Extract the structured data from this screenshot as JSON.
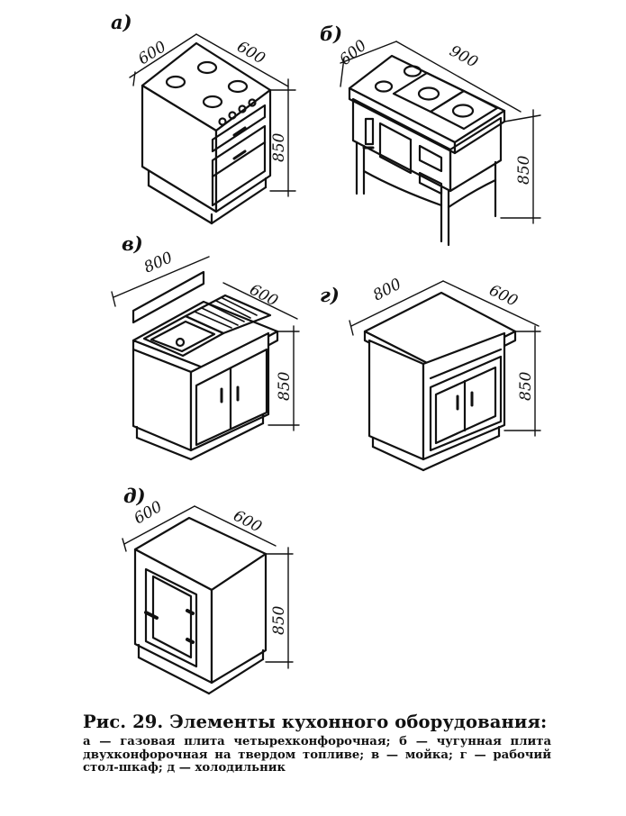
{
  "figure": {
    "panels": [
      {
        "id": "a",
        "label": "а)",
        "dims": [
          "600",
          "600",
          "850"
        ]
      },
      {
        "id": "b",
        "label": "б)",
        "dims": [
          "600",
          "900",
          "850"
        ]
      },
      {
        "id": "v",
        "label": "в)",
        "dims": [
          "800",
          "600",
          "850"
        ]
      },
      {
        "id": "g",
        "label": "г)",
        "dims": [
          "800",
          "600",
          "850"
        ]
      },
      {
        "id": "d",
        "label": "д)",
        "dims": [
          "600",
          "600",
          "850"
        ]
      }
    ]
  },
  "caption": {
    "title": "Рис. 29. Элементы кухонного оборудования:",
    "text": "а — газовая плита четырехконфорочная; б — чугунная плита двухконфорочная на твердом топливе; в — мойка; г — рабочий стол-шкаф; д — холодильник"
  }
}
